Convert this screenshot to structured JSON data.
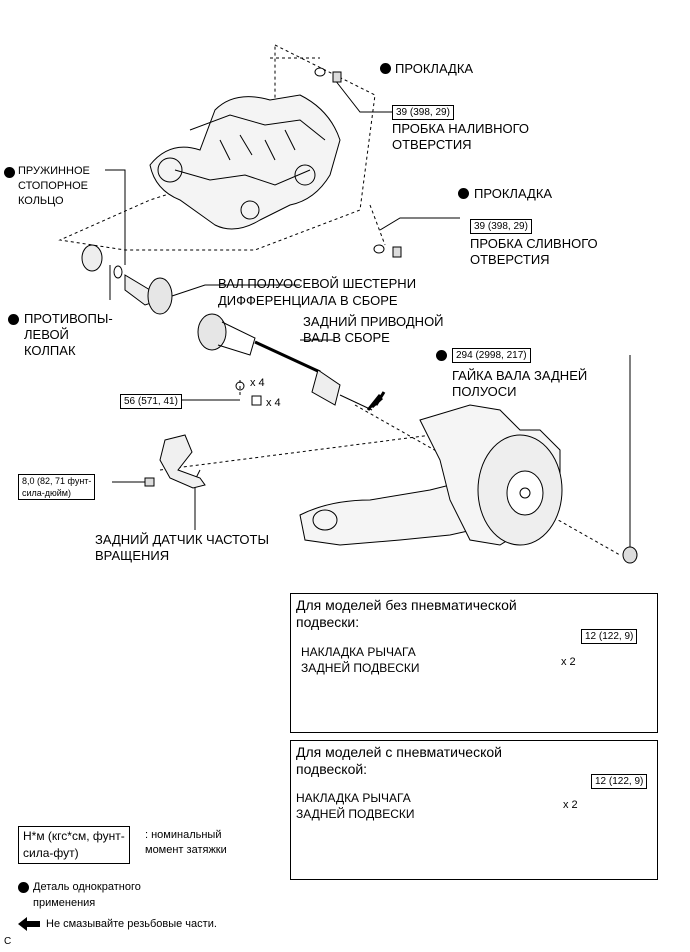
{
  "labels": {
    "gasket_top": "ПРОКЛАДКА",
    "torque_fill_plug": "39 (398, 29)",
    "fill_plug_line1": "ПРОБКА НАЛИВНОГО",
    "fill_plug_line2": "ОТВЕРСТИЯ",
    "snap_ring_line1": "ПРУЖИННОЕ",
    "snap_ring_line2": "СТОПОРНОЕ",
    "snap_ring_line3": "КОЛЬЦО",
    "gasket_mid": "ПРОКЛАДКА",
    "torque_drain_plug": "39 (398, 29)",
    "drain_plug_line1": "ПРОБКА СЛИВНОГО",
    "drain_plug_line2": "ОТВЕРСТИЯ",
    "side_gear_shaft_line1": "ВАЛ ПОЛУОСЕВОЙ ШЕСТЕРНИ",
    "side_gear_shaft_line2": "ДИФФЕРЕНЦИАЛА В СБОРЕ",
    "dust_cover_line1": "ПРОТИВОПЫ-",
    "dust_cover_line2": "ЛЕВОЙ",
    "dust_cover_line3": "КОЛПАК",
    "drive_shaft_line1": "ЗАДНИЙ ПРИВОДНОЙ",
    "drive_shaft_line2": "ВАЛ В СБОРЕ",
    "torque_axle_nut": "294 (2998, 217)",
    "axle_nut_line1": "ГАЙКА ВАЛА ЗАДНЕЙ",
    "axle_nut_line2": "ПОЛУОСИ",
    "qty_x4_a": "x 4",
    "qty_x4_b": "x 4",
    "torque_driveshaft_nuts": "56 (571, 41)",
    "torque_sensor_line1": "8,0 (82, 71 фунт-",
    "torque_sensor_line2": "сила-дюйм)",
    "speed_sensor_line1": "ЗАДНИЙ ДАТЧИК ЧАСТОТЫ",
    "speed_sensor_line2": "ВРАЩЕНИЯ"
  },
  "panel_no_air": {
    "title_line1": "Для моделей без пневматической",
    "title_line2": "подвески:",
    "part_line1": "НАКЛАДКА РЫЧАГА",
    "part_line2": "ЗАДНЕЙ ПОДВЕСКИ",
    "torque": "12 (122, 9)",
    "qty": "x 2"
  },
  "panel_air": {
    "title_line1": "Для моделей с пневматической",
    "title_line2": "подвеской:",
    "part_line1": "НАКЛАДКА РЫЧАГА",
    "part_line2": "ЗАДНЕЙ ПОДВЕСКИ",
    "torque": "12 (122, 9)",
    "qty": "x 2"
  },
  "legend": {
    "unit_line1": "Н*м (кгс*см, фунт-",
    "unit_line2": "сила-фут)",
    "unit_desc_line1": ": номинальный",
    "unit_desc_line2": "момент затяжки",
    "nonreusable_line1": "Деталь однократного",
    "nonreusable_line2": "применения",
    "no_grease": "Не смазывайте резьбовые части.",
    "corner_mark": "C"
  }
}
